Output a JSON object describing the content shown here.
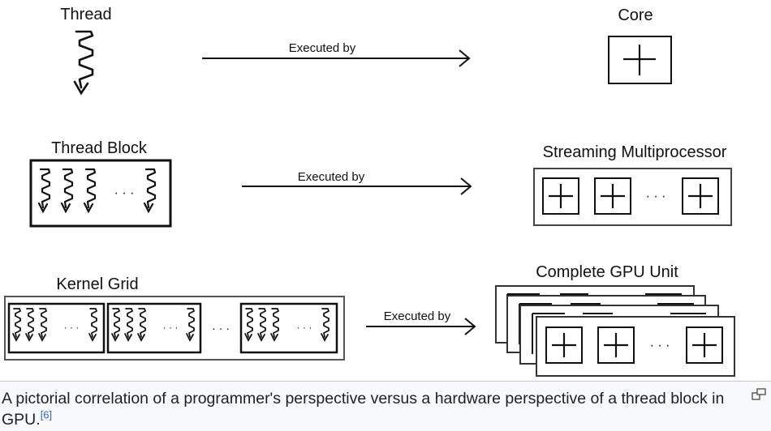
{
  "diagram": {
    "row1": {
      "left_label": "Thread",
      "arrow_label": "Executed by",
      "right_label": "Core"
    },
    "row2": {
      "left_label": "Thread Block",
      "arrow_label": "Executed by",
      "right_label": "Streaming Multiprocessor"
    },
    "row3": {
      "left_label": "Kernel Grid",
      "arrow_label": "Executed by",
      "right_label": "Complete GPU Unit"
    },
    "ellipsis": "· · ·"
  },
  "caption": {
    "text": "A pictorial correlation of a programmer's perspective versus a hardware perspective of a thread block in GPU.",
    "reference": "[6]"
  },
  "icons": {
    "enlarge": "enlarge-icon"
  }
}
